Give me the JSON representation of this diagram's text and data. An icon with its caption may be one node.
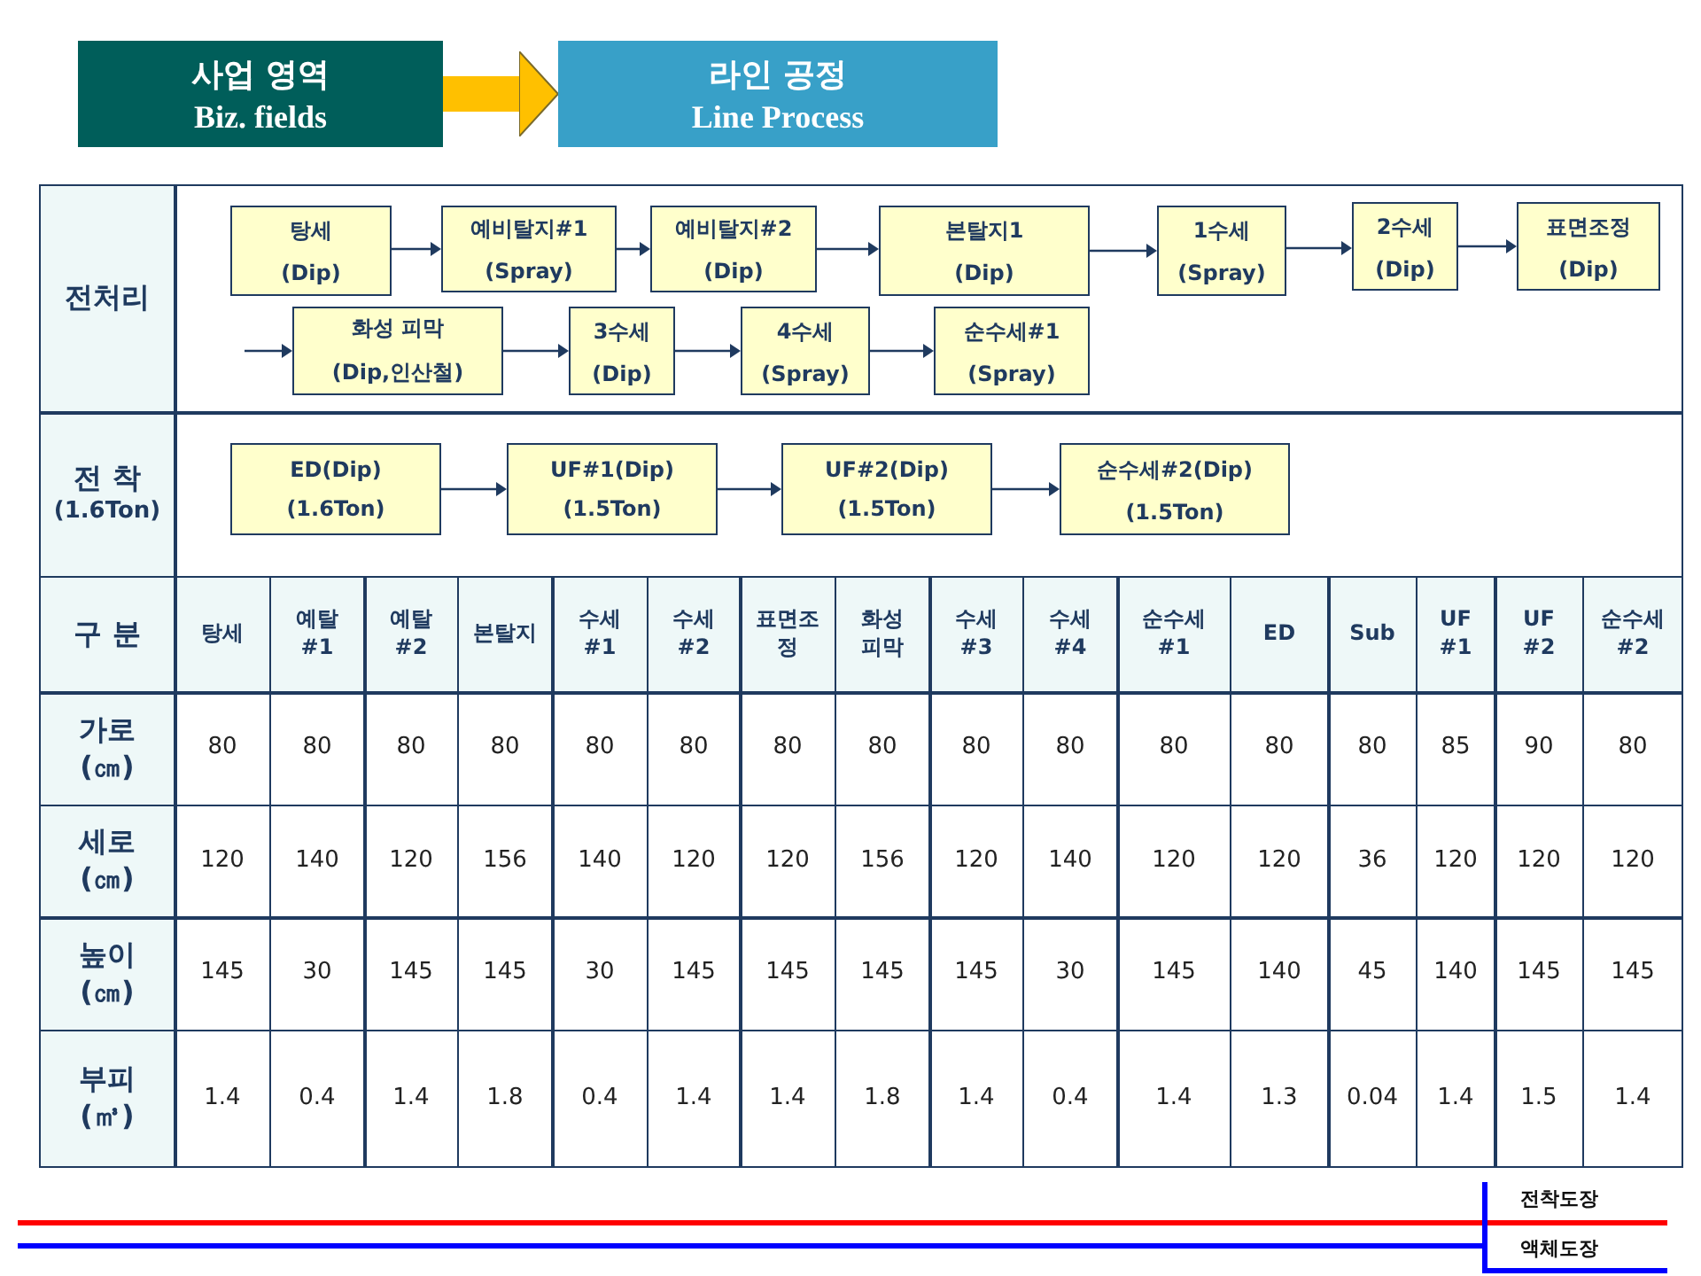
{
  "diagram": {
    "nodes": [
      {
        "text": [
          "사업 영역",
          "Biz. fields"
        ]
      },
      {
        "text": [
          "라인 공정",
          "Line Process"
        ]
      },
      {
        "text": [
          "탕세",
          "(Dip)"
        ]
      },
      {
        "text": [
          "예비탈지#1",
          "(Spray)"
        ]
      },
      {
        "text": [
          "예비탈지#2",
          "(Dip)"
        ]
      },
      {
        "text": [
          "본탈지1",
          "(Dip)"
        ]
      },
      {
        "text": [
          "1수세",
          "(Spray)"
        ]
      },
      {
        "text": [
          "2수세",
          "(Dip)"
        ]
      },
      {
        "text": [
          "표면조정",
          "(Dip)"
        ]
      },
      {
        "text": [
          "화성 피막",
          "(Dip,인산철)"
        ]
      },
      {
        "text": [
          "3수세",
          "(Dip)"
        ]
      },
      {
        "text": [
          "4수세",
          "(Spray)"
        ]
      },
      {
        "text": [
          "순수세#1",
          "(Spray)"
        ]
      },
      {
        "text": [
          "ED(Dip)",
          "(1.6Ton)"
        ]
      },
      {
        "text": [
          "UF#1(Dip)",
          "(1.5Ton)"
        ]
      },
      {
        "text": [
          "UF#2(Dip)",
          "(1.5Ton)"
        ]
      },
      {
        "text": [
          "순수세#2(Dip)",
          "(1.5Ton)"
        ]
      }
    ],
    "edges": [
      {
        "from": 0,
        "to": 1,
        "arrow": "to",
        "style": "thick",
        "color": "#ffc000"
      },
      {
        "from": 2,
        "to": 3,
        "arrow": "to"
      },
      {
        "from": 3,
        "to": 4,
        "arrow": "to"
      },
      {
        "from": 4,
        "to": 5,
        "arrow": "to"
      },
      {
        "from": 5,
        "to": 6,
        "arrow": "to"
      },
      {
        "from": 6,
        "to": 7,
        "arrow": "to"
      },
      {
        "from": 7,
        "to": 8,
        "arrow": "to"
      },
      {
        "from": null,
        "to": 9,
        "arrow": "to"
      },
      {
        "from": 9,
        "to": 10,
        "arrow": "to"
      },
      {
        "from": 10,
        "to": 11,
        "arrow": "to"
      },
      {
        "from": 11,
        "to": 12,
        "arrow": "to"
      },
      {
        "from": 13,
        "to": 14,
        "arrow": "to"
      },
      {
        "from": 14,
        "to": 15,
        "arrow": "to"
      },
      {
        "from": 15,
        "to": 16,
        "arrow": "to"
      }
    ],
    "labels": [
      "전처리",
      "전 착",
      "(1.6Ton)",
      "구 분",
      "탕세",
      "예탈 #1",
      "예탈 #2",
      "본탈지",
      "수세 #1",
      "수세 #2",
      "표면조정",
      "화성 피막",
      "수세 #3",
      "수세 #4",
      "순수세 #1",
      "ED",
      "Sub",
      "UF #1",
      "UF #2",
      "순수세 #2",
      "가로 (㎝)",
      "80",
      "80",
      "80",
      "80",
      "80",
      "80",
      "80",
      "80",
      "80",
      "80",
      "80",
      "80",
      "80",
      "85",
      "90",
      "80",
      "세로 (㎝)",
      "120",
      "140",
      "120",
      "156",
      "140",
      "120",
      "120",
      "156",
      "120",
      "140",
      "120",
      "120",
      "36",
      "120",
      "120",
      "120",
      "높이 (㎝)",
      "145",
      "30",
      "145",
      "145",
      "30",
      "145",
      "145",
      "145",
      "145",
      "30",
      "145",
      "140",
      "45",
      "140",
      "145",
      "145",
      "부피 (㎥)",
      "1.4",
      "0.4",
      "1.4",
      "1.8",
      "0.4",
      "1.4",
      "1.4",
      "1.8",
      "1.4",
      "0.4",
      "1.4",
      "1.3",
      "0.04",
      "1.4",
      "1.5",
      "1.4"
    ],
    "legend": [
      {
        "text": "전착도장"
      },
      {
        "text": "액체도장"
      }
    ]
  }
}
